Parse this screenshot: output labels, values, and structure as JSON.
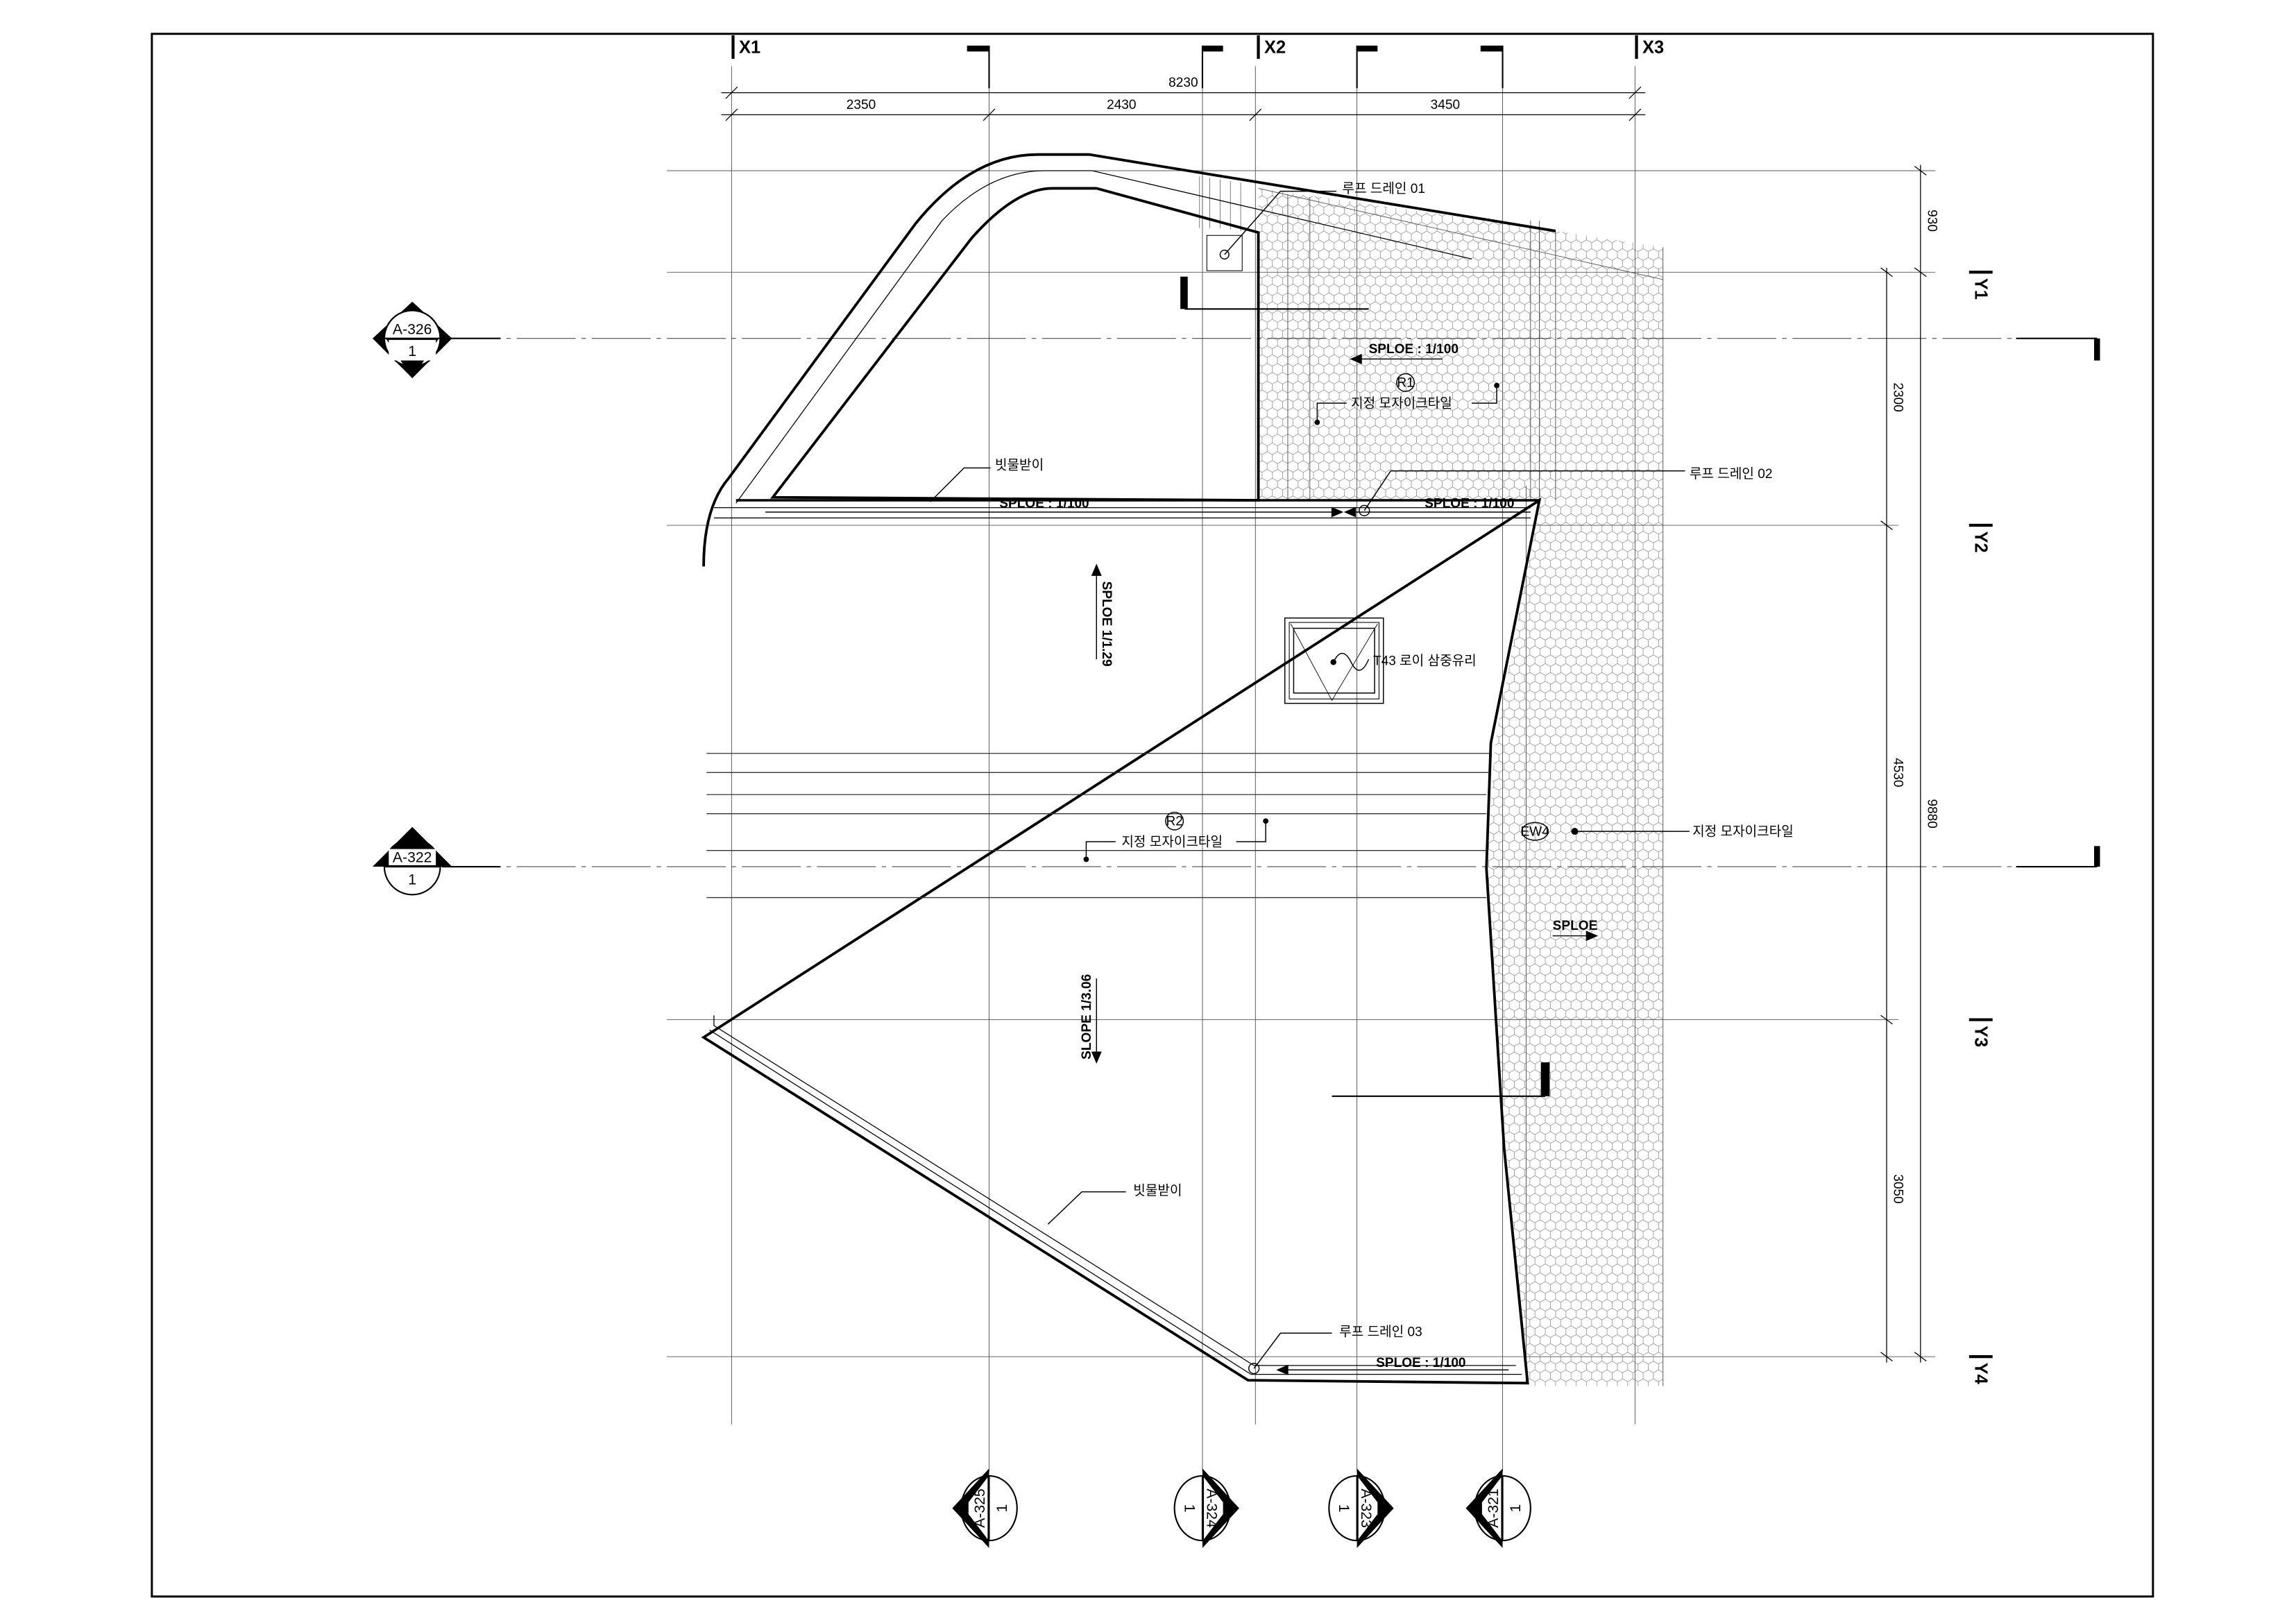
{
  "grid": {
    "x_labels": [
      "X1",
      "X2",
      "X3"
    ],
    "y_labels": [
      "Y1",
      "Y2",
      "Y3",
      "Y4"
    ]
  },
  "dimensions": {
    "top_total": "8230",
    "top_segments": [
      "2350",
      "2430",
      "3450"
    ],
    "right_top": "930",
    "right_segments": [
      "2300",
      "4530",
      "3050"
    ],
    "right_total": "9880"
  },
  "labels": {
    "roof_drain_01": "루프 드레인 01",
    "roof_drain_02": "루프 드레인 02",
    "roof_drain_03": "루프 드레인 03",
    "slope_r1": "SPLOE : 1/100",
    "r1_tag": "R1",
    "r1_material": "지정 모자이크타일",
    "gutter_top": "빗물받이",
    "slope_gutter_left": "SPLOE : 1/100",
    "slope_gutter_right": "SPLOE : 1/100",
    "slope_vertical_up": "SPLOE 1/1.29",
    "skylight": "T43 로이 삼중유리",
    "r2_tag": "R2",
    "r2_material": "지정 모자이크타일",
    "wall_material": "지정 모자이크타일",
    "wall_tag": "EW4",
    "slope_wall": "SPLOE",
    "slope_vertical_down": "SLOPE 1/3.06",
    "gutter_bottom": "빗물받이",
    "slope_bottom": "SPLOE : 1/100"
  },
  "section_markers": {
    "left": [
      {
        "sheet": "A-326",
        "num": "1"
      },
      {
        "sheet": "A-322",
        "num": "1"
      }
    ],
    "bottom": [
      {
        "sheet": "A-325",
        "num": "1"
      },
      {
        "sheet": "A-324",
        "num": "1"
      },
      {
        "sheet": "A-323",
        "num": "1"
      },
      {
        "sheet": "A-321",
        "num": "1"
      }
    ]
  }
}
